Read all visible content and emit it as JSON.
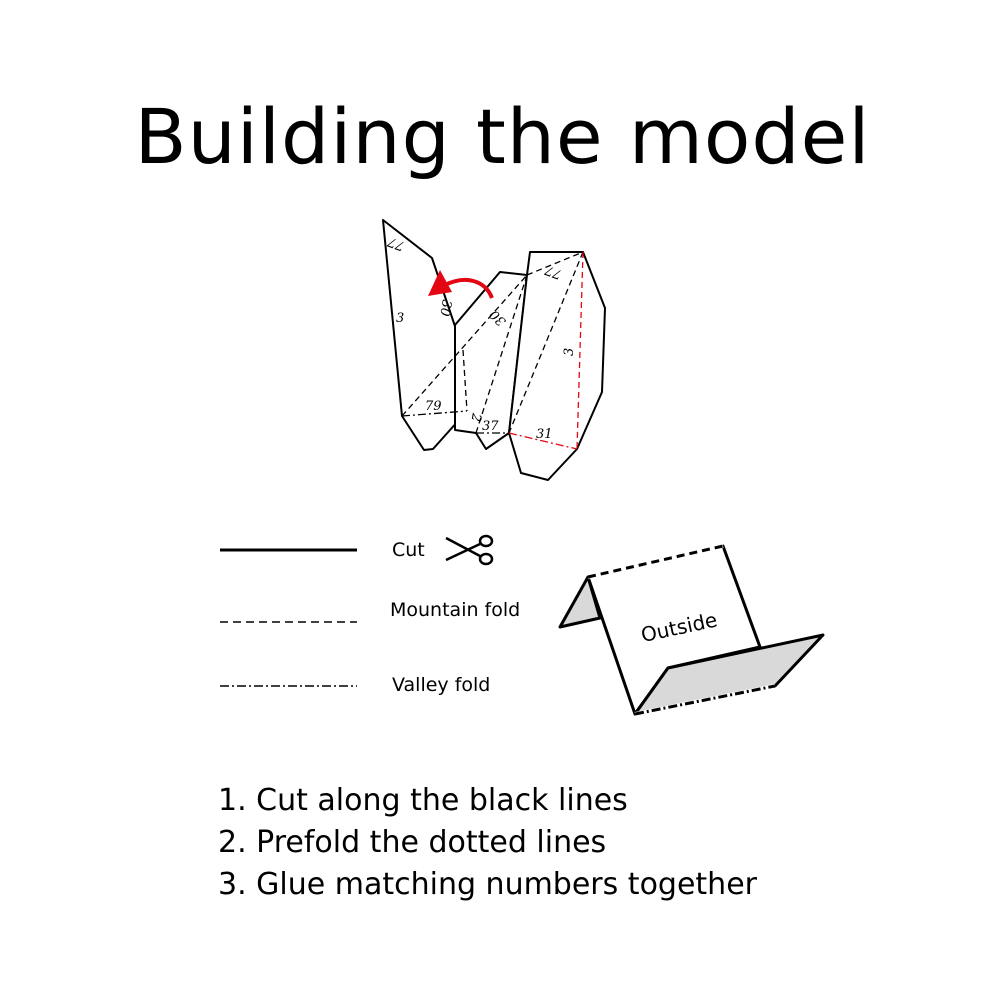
{
  "title": "Building the model",
  "diagram": {
    "labels": [
      "77",
      "3",
      "30",
      "30",
      "77",
      "3",
      "79",
      "2",
      "37",
      "31"
    ],
    "arrow_color": "#e30613",
    "highlight_color": "#e30613"
  },
  "legend": {
    "cut": "Cut",
    "mountain": "Mountain fold",
    "valley": "Valley fold",
    "cut_icon": "scissors-icon"
  },
  "fold_example": {
    "label": "Outside",
    "flap_color": "#d9d9d9"
  },
  "steps": [
    "1. Cut along the black lines",
    "2. Prefold the dotted lines",
    "3. Glue matching numbers together"
  ]
}
